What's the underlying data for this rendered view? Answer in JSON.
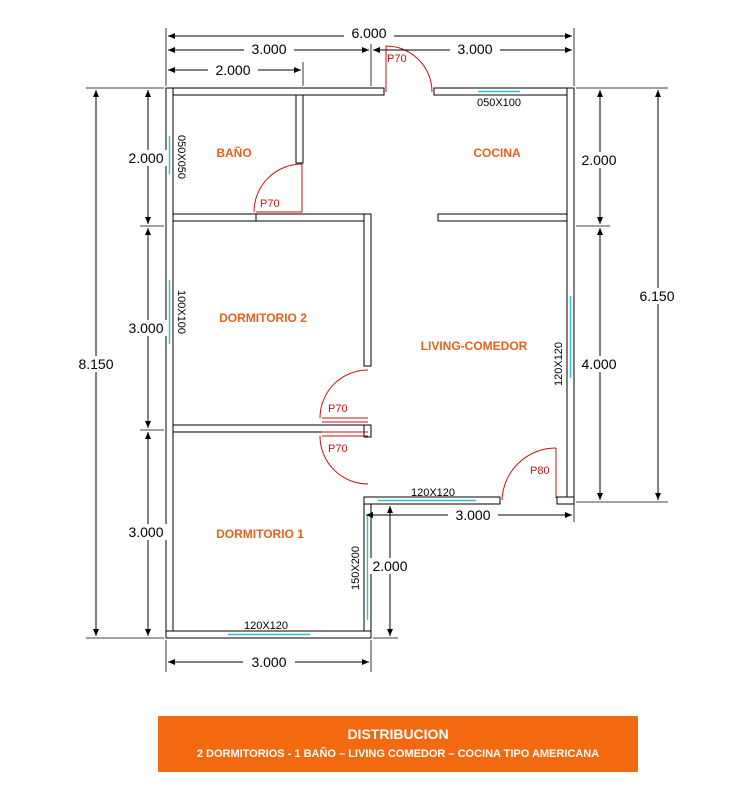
{
  "dimensions": {
    "top_total": "6.000",
    "top_left": "3.000",
    "top_right": "3.000",
    "top_inner": "2.000",
    "left_total": "8.150",
    "left_bano": "2.000",
    "left_dorm2": "3.000",
    "left_dorm1": "3.000",
    "right_total": "6.150",
    "right_cocina": "2.000",
    "right_living": "4.000",
    "bottom_right": "3.000",
    "bottom_step": "2.000",
    "bottom_left": "3.000"
  },
  "rooms": {
    "bano": "BAÑO",
    "cocina": "COCINA",
    "dormitorio2": "DORMITORIO 2",
    "living": "LIVING-COMEDOR",
    "dormitorio1": "DORMITORIO 1"
  },
  "doors": {
    "entry_top": "P70",
    "bano": "P70",
    "dorm2": "P70",
    "dorm1": "P70",
    "living_back": "P80"
  },
  "windows": {
    "cocina": "050X100",
    "bano": "050X050",
    "dorm2": "100X100",
    "living_side": "120X120",
    "living_bottom": "120X120",
    "dorm1_side": "150X200",
    "dorm1_bottom": "120X120"
  },
  "banner": {
    "title": "DISTRIBUCION",
    "subtitle": "2 DORMITORIOS  - 1 BAÑO  – LIVING COMEDOR – COCINA TIPO AMERICANA"
  },
  "colors": {
    "room_label": "#e8601c",
    "door": "#cc1010",
    "window_glass": "#2bc4d6",
    "banner_bg": "#f2690f"
  }
}
